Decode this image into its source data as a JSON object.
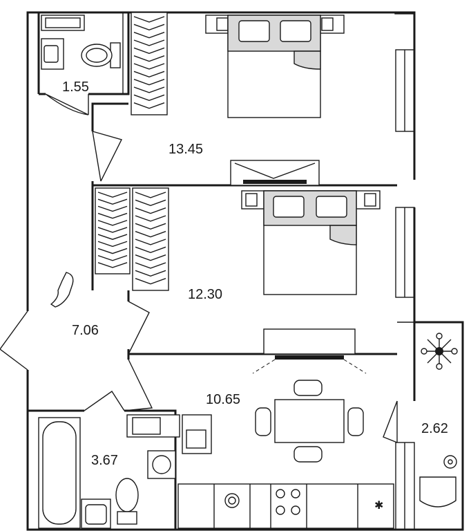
{
  "rooms": [
    {
      "id": "bathroom-small",
      "area": "1.55"
    },
    {
      "id": "bedroom-1",
      "area": "13.45"
    },
    {
      "id": "bedroom-2",
      "area": "12.30"
    },
    {
      "id": "hallway",
      "area": "7.06"
    },
    {
      "id": "kitchen",
      "area": "10.65"
    },
    {
      "id": "bathroom",
      "area": "3.67"
    },
    {
      "id": "balcony",
      "area": "2.62"
    }
  ],
  "colors": {
    "line": "#1a1a1a",
    "fill": "#ffffff",
    "accent_fill": "#d9d9d9"
  }
}
